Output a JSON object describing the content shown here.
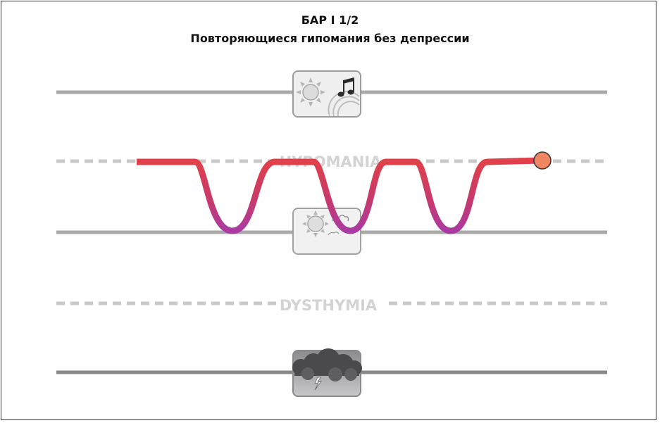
{
  "title": {
    "line1": "БАР I 1/2",
    "line2": "Повторяющиеся гипомания без депрессии"
  },
  "zones": {
    "upper": "HYPOMANIA",
    "lower": "DYSTHYMIA"
  },
  "icons": {
    "top": "sun-music-icon",
    "middle": "sun-cloud-icon",
    "bottom": "storm-cloud-icon"
  },
  "colors": {
    "line_gray": "#a9a9aa",
    "dashed_gray": "#c9c9c9",
    "mood_top": "#e0414a",
    "mood_bottom": "#b0379a",
    "endpoint": "#f08562"
  }
}
